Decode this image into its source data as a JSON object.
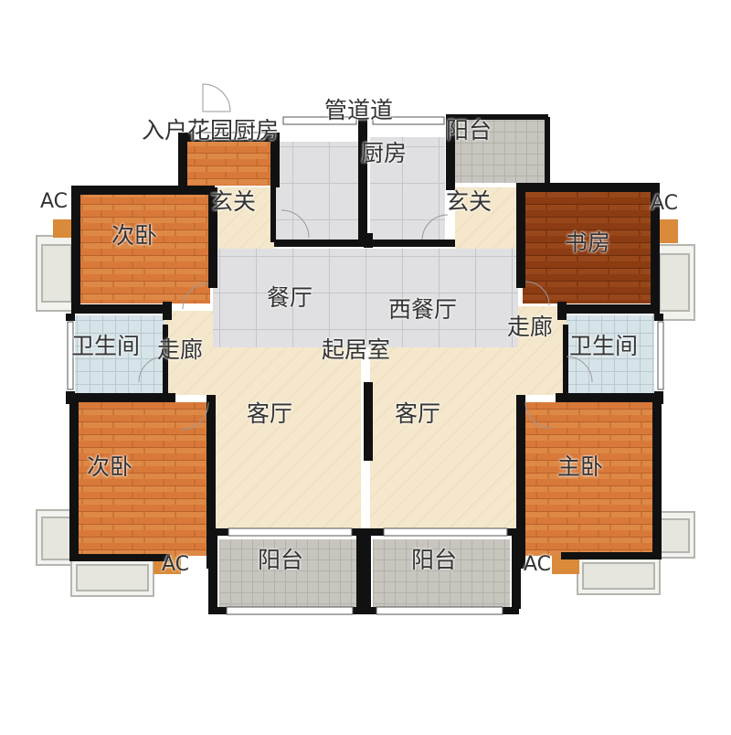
{
  "floorplan": {
    "labels": {
      "entry_garden": "入户花园",
      "kitchen_a": "厨房",
      "pipe_shaft": "管道道",
      "kitchen_b": "厨房",
      "balcony_top": "阳台",
      "foyer_left": "玄关",
      "foyer_right": "玄关",
      "bedroom_top_left": "次卧",
      "study": "书房",
      "dining": "餐厅",
      "western_dining": "西餐厅",
      "corridor_left": "走廊",
      "corridor_right": "走廊",
      "bath_left": "卫生间",
      "bath_right": "卫生间",
      "living_area": "起居室",
      "living_left": "客厅",
      "living_right": "客厅",
      "bedroom_bottom_left": "次卧",
      "master_bedroom": "主卧",
      "balcony_left": "阳台",
      "balcony_right": "阳台",
      "ac_top_left": "AC",
      "ac_top_right": "AC",
      "ac_bottom_left": "AC",
      "ac_bottom_right": "AC"
    },
    "colors": {
      "wood_orange": "#d77a35",
      "wood_dark": "#8a3a10",
      "tile_gray": "#dcdce0",
      "floor_beige": "#f3e6c8",
      "bath_blue": "#d8e4ea",
      "balcony_gray": "#c9c6c0",
      "wall": "#111111"
    }
  }
}
